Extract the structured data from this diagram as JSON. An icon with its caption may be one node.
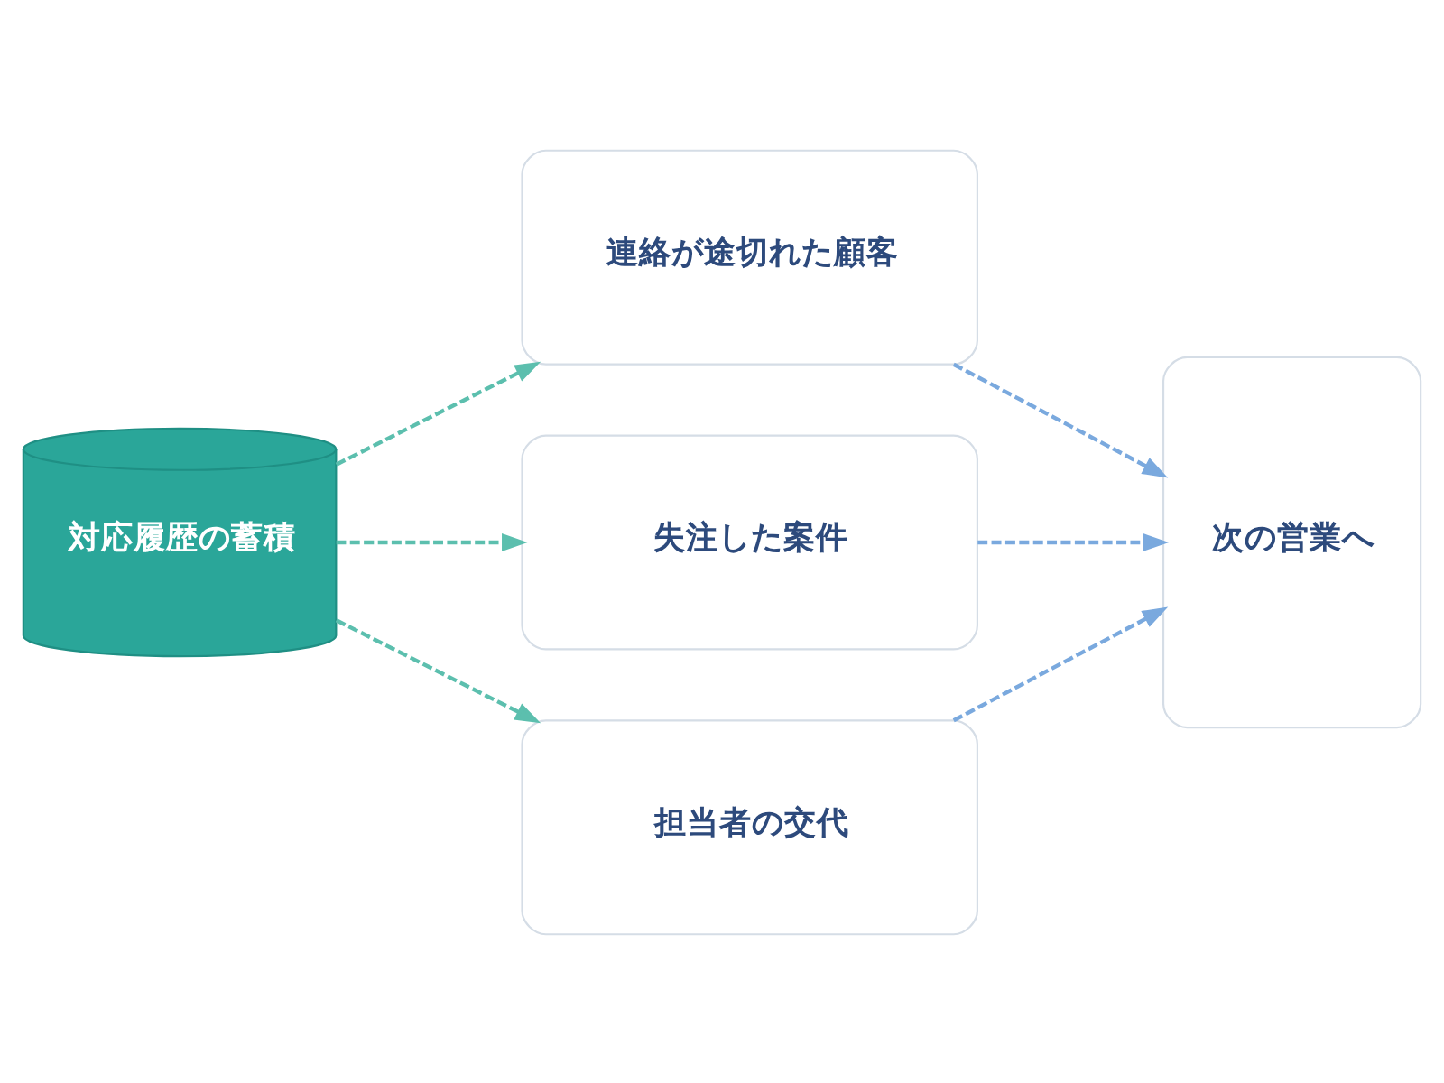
{
  "diagram": {
    "nodes": [
      {
        "text": [
          "対応履歴の蓄積"
        ]
      },
      {
        "text": [
          "連絡が途切れた顧客"
        ]
      },
      {
        "text": [
          "失注した案件"
        ]
      },
      {
        "text": [
          "担当者の交代"
        ]
      },
      {
        "text": [
          "次の営業へ"
        ]
      }
    ],
    "edges": [
      {
        "from": 0,
        "to": 1,
        "arrow": "to",
        "style": "dashed",
        "color": "#5cbfae"
      },
      {
        "from": 0,
        "to": 2,
        "arrow": "to",
        "style": "dashed",
        "color": "#5cbfae"
      },
      {
        "from": 0,
        "to": 3,
        "arrow": "to",
        "style": "dashed",
        "color": "#5cbfae"
      },
      {
        "from": 1,
        "to": 4,
        "arrow": "to",
        "style": "dashed",
        "color": "#7aa9de"
      },
      {
        "from": 2,
        "to": 4,
        "arrow": "to",
        "style": "dashed",
        "color": "#7aa9de"
      },
      {
        "from": 3,
        "to": 4,
        "arrow": "to",
        "style": "dashed",
        "color": "#7aa9de"
      }
    ]
  }
}
